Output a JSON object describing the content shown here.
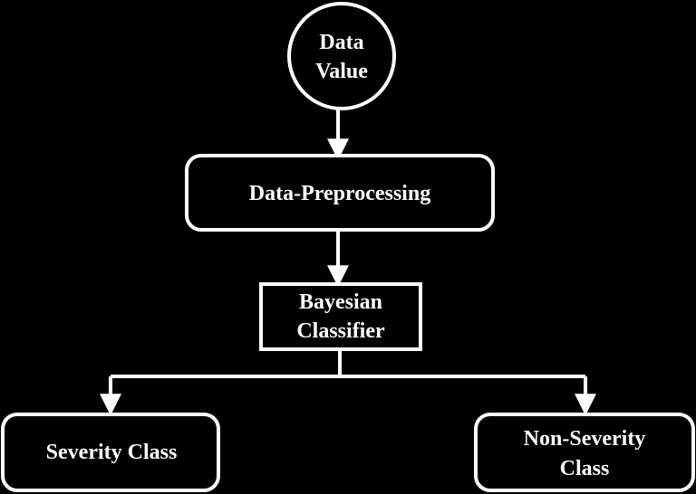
{
  "diagram": {
    "colors": {
      "background": "#000000",
      "foreground": "#ffffff"
    },
    "nodes": {
      "data_value": {
        "shape": "circle",
        "lines": [
          "Data",
          "Value"
        ]
      },
      "preprocessing": {
        "shape": "rounded-rectangle",
        "lines": [
          "Data-Preprocessing"
        ]
      },
      "classifier": {
        "shape": "rectangle",
        "lines": [
          "Bayesian",
          "Classifier"
        ]
      },
      "severity": {
        "shape": "rounded-rectangle",
        "lines": [
          "Severity Class"
        ]
      },
      "non_severity": {
        "shape": "rounded-rectangle",
        "lines": [
          "Non-Severity",
          "Class"
        ]
      }
    },
    "edges": [
      {
        "from": "data_value",
        "to": "preprocessing"
      },
      {
        "from": "preprocessing",
        "to": "classifier"
      },
      {
        "from": "classifier",
        "to": "severity"
      },
      {
        "from": "classifier",
        "to": "non_severity"
      }
    ]
  }
}
